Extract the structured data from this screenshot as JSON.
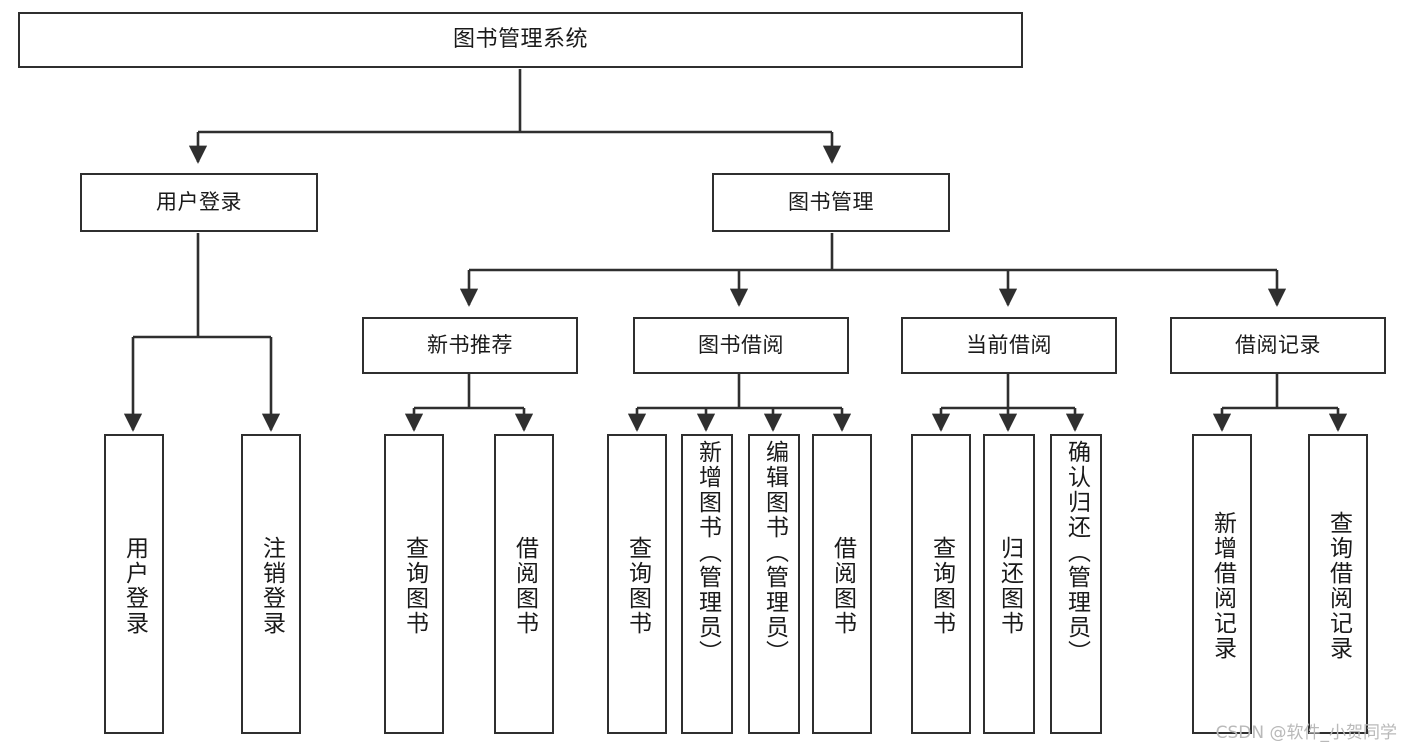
{
  "diagram": {
    "title": "图书管理系统",
    "type": "tree-hierarchy-diagram",
    "colors": {
      "box_border": "#2f2f2f",
      "box_fill": "#ffffff",
      "connector": "#2f2f2f",
      "text": "#1a1a1a",
      "watermark": "#b9b9b9",
      "background": "#ffffff"
    },
    "root": {
      "label": "图书管理系统"
    },
    "level2": [
      {
        "label": "用户登录"
      },
      {
        "label": "图书管理"
      }
    ],
    "level3": [
      {
        "label": "新书推荐"
      },
      {
        "label": "图书借阅"
      },
      {
        "label": "当前借阅"
      },
      {
        "label": "借阅记录"
      }
    ],
    "leaves": {
      "user_login": [
        {
          "label": "用户登录"
        },
        {
          "label": "注销登录"
        }
      ],
      "new_book_recommend": [
        {
          "label": "查询图书"
        },
        {
          "label": "借阅图书"
        }
      ],
      "book_borrow": [
        {
          "label": "查询图书"
        },
        {
          "label": "新增图书（管理员）"
        },
        {
          "label": "编辑图书（管理员）"
        },
        {
          "label": "借阅图书"
        }
      ],
      "current_borrow": [
        {
          "label": "查询图书"
        },
        {
          "label": "归还图书"
        },
        {
          "label": "确认归还（管理员）"
        }
      ],
      "borrow_record": [
        {
          "label": "新增借阅记录"
        },
        {
          "label": "查询借阅记录"
        }
      ]
    }
  },
  "watermark": {
    "text": "CSDN @软件_小贺同学"
  }
}
